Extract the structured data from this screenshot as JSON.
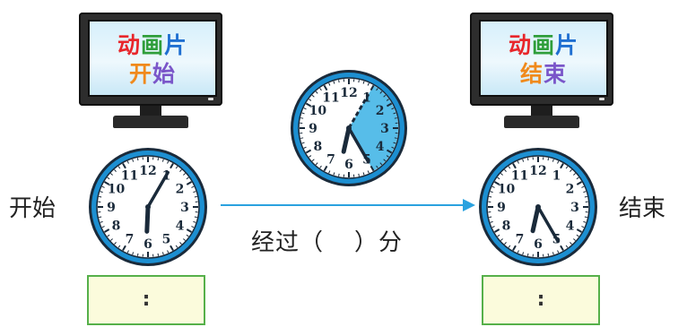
{
  "left_tv": {
    "line1": [
      "动",
      "画",
      "片"
    ],
    "line2": [
      "开",
      "始"
    ]
  },
  "right_tv": {
    "line1": [
      "动",
      "画",
      "片"
    ],
    "line2": [
      "结",
      "束"
    ]
  },
  "tv_colors": {
    "dong": "#e8262b",
    "hua": "#2f9e3b",
    "pian": "#1f6fd1",
    "kai": "#f08a1c",
    "shi": "#7a56c9",
    "jie": "#f08a1c",
    "shu": "#7a56c9"
  },
  "labels": {
    "start": "开始",
    "end": "结束",
    "elapsed_prefix": "经过（",
    "elapsed_suffix": "）分"
  },
  "clocks": {
    "start": {
      "hour": 6,
      "minute": 5
    },
    "middle": {
      "hour": 6,
      "minute": 25,
      "shaded_from_minute": 5,
      "shaded_to_minute": 25
    },
    "end": {
      "hour": 6,
      "minute": 25
    }
  },
  "clock_numbers": [
    "12",
    "1",
    "2",
    "3",
    "4",
    "5",
    "6",
    "7",
    "8",
    "9",
    "10",
    "11"
  ],
  "answer_boxes": {
    "start": ":",
    "end": ":"
  },
  "colors": {
    "clock_rim": "#1d8fd1",
    "shade": "#57bde9",
    "arrow": "#2aa2df",
    "box_border": "#56b04a",
    "box_fill": "#fbfbdc"
  }
}
